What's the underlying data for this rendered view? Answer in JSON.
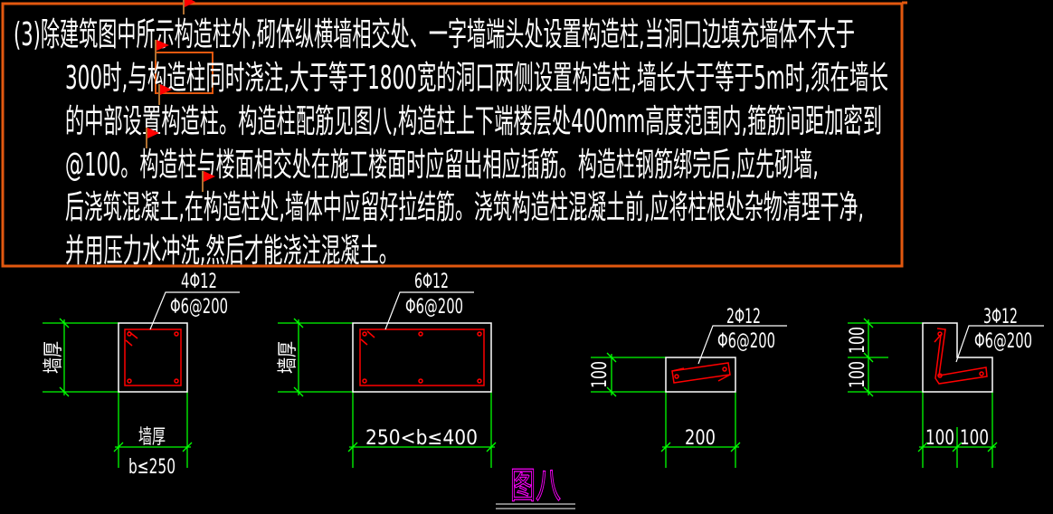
{
  "notes": {
    "lines": [
      "(3)除建筑图中所示构造柱外,砌体纵横墙相交处、一字墙端头处设置构造柱,当洞口边填充墙体不大于",
      "300时,与构造柱同时浇注,大于等于1800宽的洞口两侧设置构造柱,墙长大于等于5m时,须在墙长",
      "的中部设置构造柱。构造柱配筋见图八,构造柱上下端楼层处400mm高度范围内,箍筋间距加密到",
      "@100。构造柱与楼面相交处在施工楼面时应留出相应插筋。构造柱钢筋绑完后,应先砌墙,",
      "后浇筑混凝土,在构造柱处,墙体中应留好拉结筋。浇筑构造柱混凝土前,应将柱根处杂物清理干净,",
      "并用压力水冲洗,然后才能浇注混凝土。"
    ]
  },
  "diagrams": [
    {
      "main_bar": "4Φ12",
      "stirrup": "Φ6@200",
      "side_dim": "墙厚",
      "bottom_dim_top": "墙厚",
      "bottom_dim_bottom": "b≤250"
    },
    {
      "main_bar": "6Φ12",
      "stirrup": "Φ6@200",
      "side_dim": "墙厚",
      "bottom_dim": "250<b≤400"
    },
    {
      "main_bar": "2Φ12",
      "stirrup": "Φ6@200",
      "side_dim": "100",
      "bottom_dim": "200"
    },
    {
      "main_bar": "3Φ12",
      "stirrup": "Φ6@200",
      "side_dim_upper": "100",
      "side_dim_lower": "100",
      "bottom_dim_left": "100",
      "bottom_dim_right": "100"
    }
  ],
  "figure_title": "图八",
  "colors": {
    "frame": "#e2580f",
    "dimension": "#00ff00",
    "rebar": "#ff0000",
    "outline": "#ffffff",
    "title": "#ff00ff",
    "marker": "#ff0000"
  }
}
